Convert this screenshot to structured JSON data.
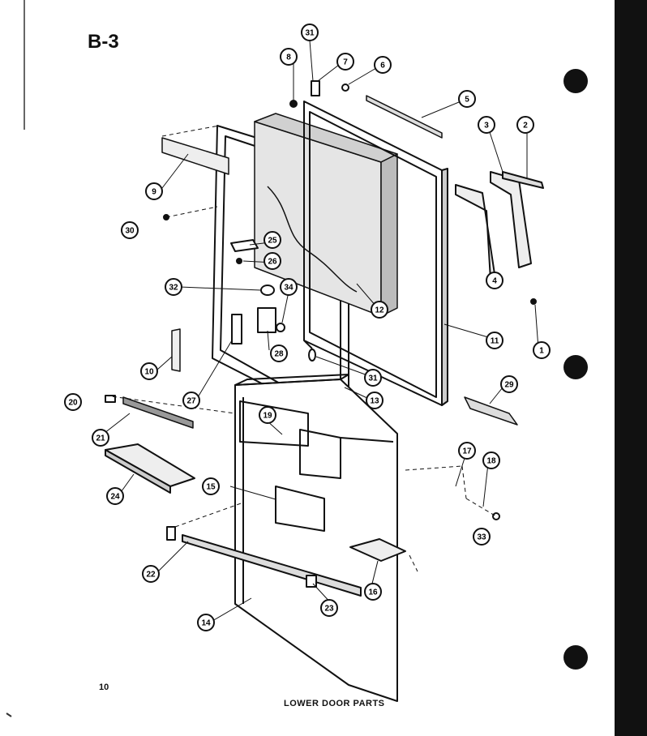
{
  "section_label": "B-3",
  "page_number": "10",
  "caption": "LOWER DOOR PARTS",
  "callouts": [
    "31",
    "8",
    "7",
    "6",
    "5",
    "3",
    "2",
    "9",
    "30",
    "25",
    "26",
    "32",
    "34",
    "28",
    "10",
    "27",
    "12",
    "11",
    "4",
    "1",
    "31",
    "13",
    "29",
    "20",
    "21",
    "19",
    "24",
    "15",
    "17",
    "18",
    "33",
    "22",
    "16",
    "23",
    "14"
  ]
}
